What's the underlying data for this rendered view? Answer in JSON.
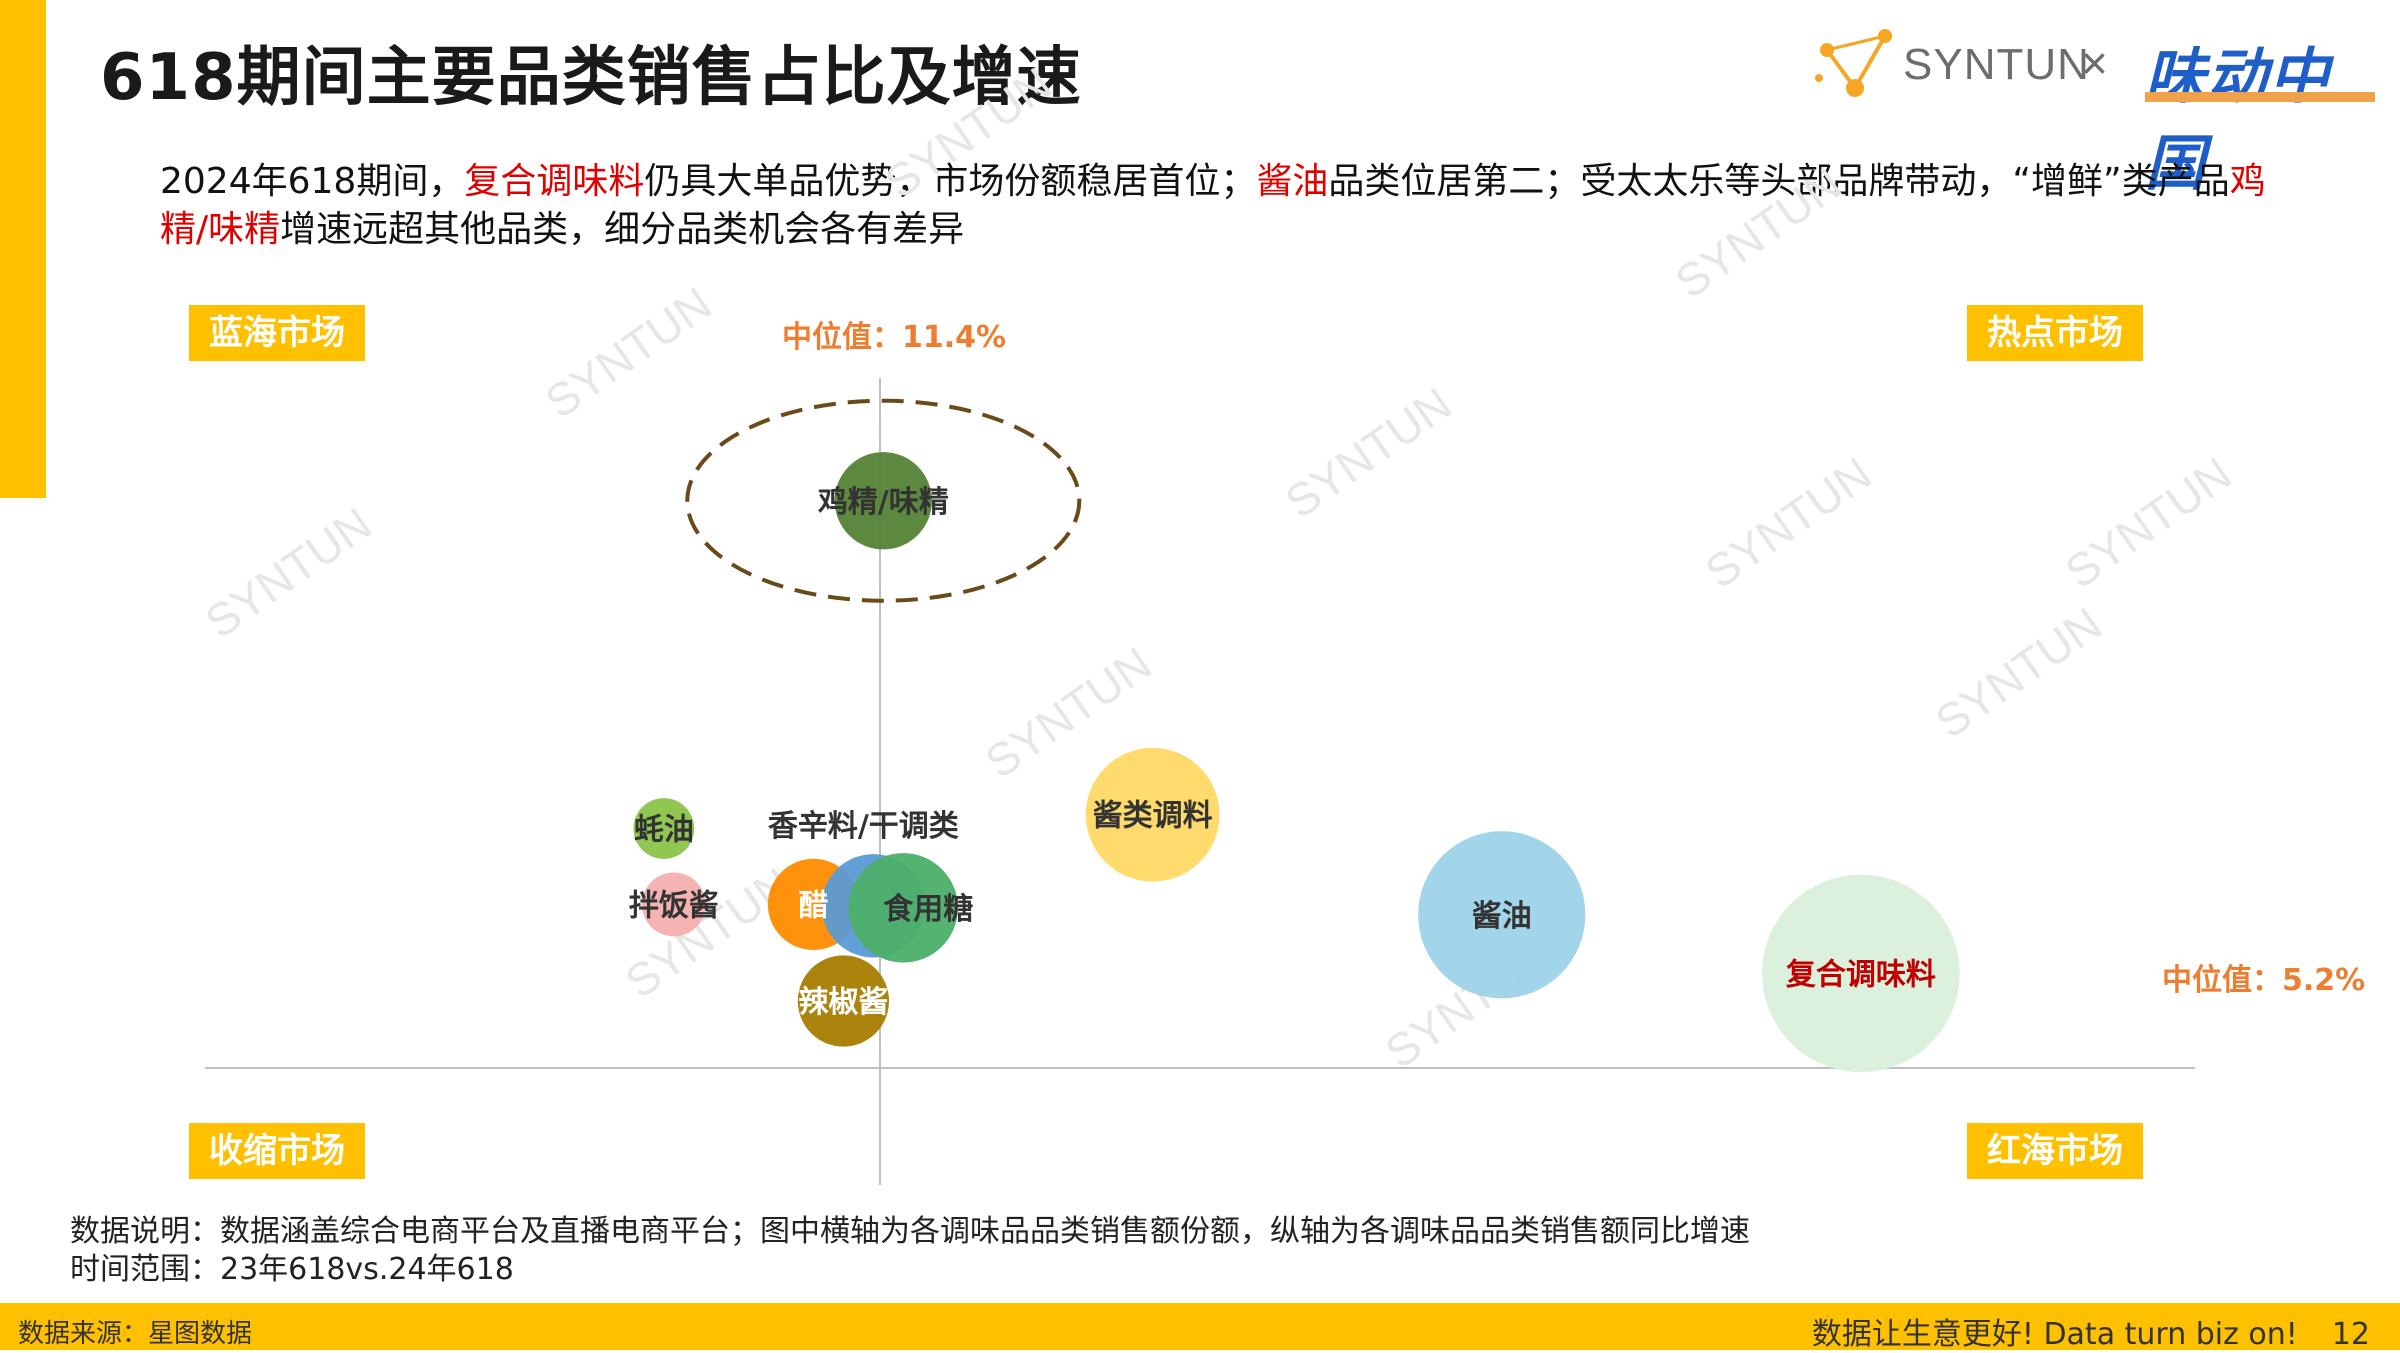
{
  "title": "618期间主要品类销售占比及增速",
  "logo": {
    "brand": "SYNTUN",
    "separator": "×",
    "partner": "味动中国"
  },
  "summary": {
    "parts": [
      {
        "text": "2024年618期间，",
        "hl": false
      },
      {
        "text": "复合调味料",
        "hl": true
      },
      {
        "text": "仍具大单品优势，市场份额稳居首位；",
        "hl": false
      },
      {
        "text": "酱油",
        "hl": true
      },
      {
        "text": "品类位居第二；受太太乐等头部品牌带动，“增鲜”类产品",
        "hl": false
      },
      {
        "text": "鸡精/味精",
        "hl": true
      },
      {
        "text": "增速远超其他品类，细分品类机会各有差异",
        "hl": false
      }
    ]
  },
  "quadrants": {
    "top_left": "蓝海市场",
    "top_right": "热点市场",
    "bottom_left": "收缩市场",
    "bottom_right": "红海市场"
  },
  "chart_data": {
    "type": "scatter",
    "subtype": "bubble",
    "median_x": {
      "label": "中位值：11.4%"
    },
    "median_y": {
      "label": "中位值：5.2%"
    },
    "axis_ranges": {
      "x": [
        0,
        100
      ],
      "y": [
        0,
        100
      ]
    },
    "axis_ranges_note": "no numeric axis ticks are printed; positions in relative units",
    "grid": false,
    "bubbles": [
      {
        "name": "鸡精/味精",
        "x": 34.0,
        "y": 82.5,
        "size": 32,
        "color": "#548235",
        "label_color": "#333333",
        "highlight": true
      },
      {
        "name": "蚝油",
        "x": 23.0,
        "y": 35.0,
        "size": 20,
        "color": "#8BC34A",
        "label_color": "#333333"
      },
      {
        "name": "拌饭酱",
        "x": 23.5,
        "y": 24.0,
        "size": 21,
        "color": "#F4AFAF",
        "label_color": "#333333"
      },
      {
        "name": "醋",
        "x": 30.5,
        "y": 24.0,
        "size": 30,
        "color": "#FF8C00",
        "label_color": "#ffffff"
      },
      {
        "name": "香辛料/干调类",
        "x": 33.5,
        "y": 23.8,
        "size": 34,
        "color": "#5B9BD5",
        "label_color": "#333333",
        "label_offset": "top"
      },
      {
        "name": "食用糖",
        "x": 35.0,
        "y": 23.5,
        "size": 36,
        "color": "#4CAF6A",
        "label_color": "#333333",
        "label_offset": "right"
      },
      {
        "name": "辣椒酱",
        "x": 32.0,
        "y": 10.0,
        "size": 30,
        "color": "#A67C00",
        "label_color": "#ffffff"
      },
      {
        "name": "酱类调料",
        "x": 47.5,
        "y": 37.0,
        "size": 44,
        "color": "#FFD966",
        "label_color": "#333333"
      },
      {
        "name": "酱油",
        "x": 65.0,
        "y": 22.5,
        "size": 55,
        "color": "#9DD3E8",
        "label_color": "#333333"
      },
      {
        "name": "复合调味料",
        "x": 83.0,
        "y": 14.0,
        "size": 65,
        "color": "#D9F0DC",
        "label_color": "#C00000"
      }
    ]
  },
  "notes": {
    "line1": "数据说明：数据涵盖综合电商平台及直播电商平台；图中横轴为各调味品品类销售额份额，纵轴为各调味品品类销售额同比增速",
    "line2": "时间范围：23年618vs.24年618"
  },
  "footer": {
    "source": "数据来源：星图数据",
    "slogan": "数据让生意更好!  Data turn biz on!",
    "page": "12"
  },
  "watermark": "SYNTUN",
  "colors": {
    "accent": "#FFC000",
    "median": "#ED7D31",
    "highlight": "#E00000"
  }
}
